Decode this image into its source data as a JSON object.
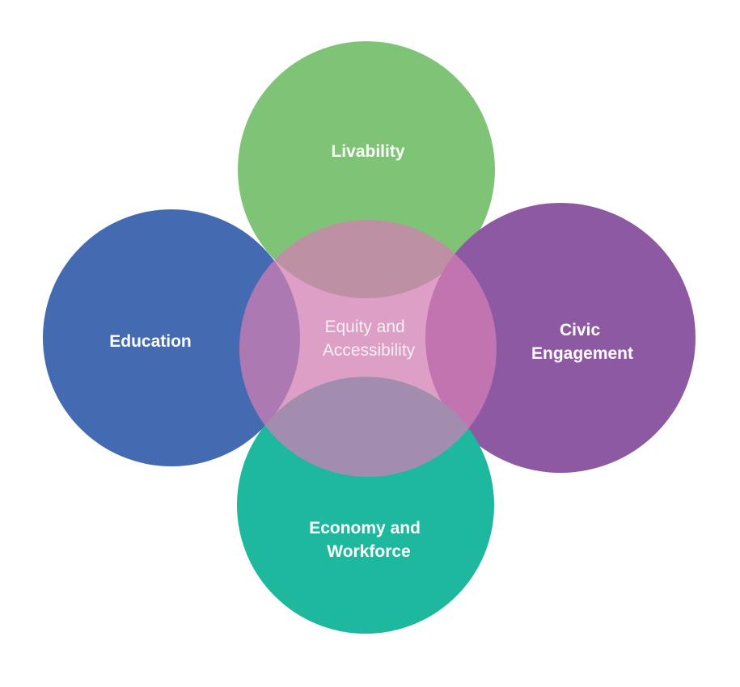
{
  "diagram": {
    "type": "overlapping-circles",
    "nodes": [
      {
        "id": "livability",
        "label_lines": [
          "Livability"
        ],
        "color": "#7fc476"
      },
      {
        "id": "education",
        "label_lines": [
          "Education"
        ],
        "color": "#446bb1"
      },
      {
        "id": "civic",
        "label_lines": [
          "Civic",
          "Engagement"
        ],
        "color": "#8e59a3"
      },
      {
        "id": "economy",
        "label_lines": [
          "Economy and",
          "Workforce"
        ],
        "color": "#1db89d"
      },
      {
        "id": "equity",
        "label_lines": [
          "Equity and",
          "Accessibility"
        ],
        "color": "#d37eb4"
      }
    ]
  }
}
